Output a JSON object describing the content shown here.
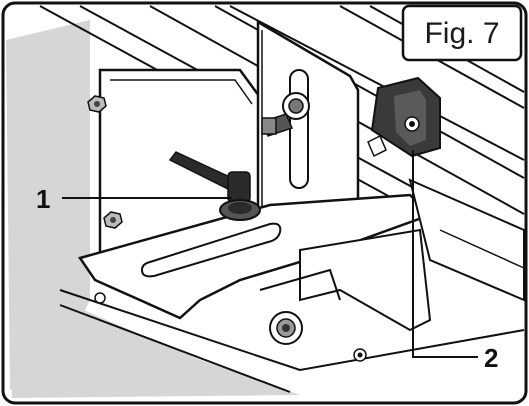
{
  "figure": {
    "label": "Fig. 7"
  },
  "callouts": [
    {
      "number": "1"
    },
    {
      "number": "2"
    }
  ],
  "colors": {
    "background": "#ffffff",
    "shadow": "#d6d6d6",
    "line": "#111111",
    "knob": "#2b2b2b",
    "bracket": "#3a3a3a"
  }
}
